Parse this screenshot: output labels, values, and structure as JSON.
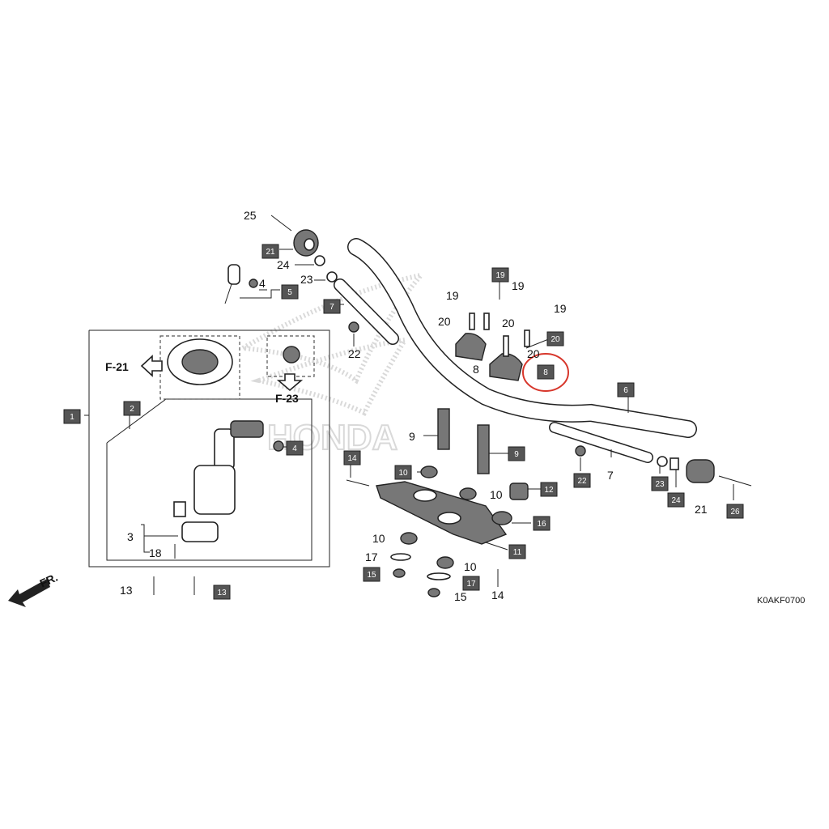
{
  "diagram": {
    "code": "K0AKF0700",
    "front_marker": "FR.",
    "ref_f21": "F-21",
    "ref_f23": "F-23",
    "highlight_color": "#d7362b",
    "badge_color": "#555555",
    "watermark_color": "#bbbbbb",
    "watermark_text": "HONDA"
  },
  "labels": [
    {
      "num": "25",
      "boxed": false
    },
    {
      "num": "21",
      "boxed": true
    },
    {
      "num": "24",
      "boxed": false
    },
    {
      "num": "23",
      "boxed": false
    },
    {
      "num": "4",
      "boxed": false
    },
    {
      "num": "5",
      "boxed": true
    },
    {
      "num": "7",
      "boxed": true
    },
    {
      "num": "22",
      "boxed": false
    },
    {
      "num": "19",
      "boxed": true
    },
    {
      "num": "19",
      "boxed": false
    },
    {
      "num": "19",
      "boxed": false
    },
    {
      "num": "19",
      "boxed": false
    },
    {
      "num": "20",
      "boxed": false
    },
    {
      "num": "20",
      "boxed": false
    },
    {
      "num": "20",
      "boxed": true
    },
    {
      "num": "20",
      "boxed": false
    },
    {
      "num": "8",
      "boxed": false
    },
    {
      "num": "8",
      "boxed": true
    },
    {
      "num": "6",
      "boxed": true
    },
    {
      "num": "1",
      "boxed": true
    },
    {
      "num": "2",
      "boxed": true
    },
    {
      "num": "4",
      "boxed": true
    },
    {
      "num": "9",
      "boxed": false
    },
    {
      "num": "9",
      "boxed": true
    },
    {
      "num": "14",
      "boxed": true
    },
    {
      "num": "10",
      "boxed": true
    },
    {
      "num": "10",
      "boxed": false
    },
    {
      "num": "12",
      "boxed": true
    },
    {
      "num": "16",
      "boxed": true
    },
    {
      "num": "7",
      "boxed": false
    },
    {
      "num": "22",
      "boxed": true
    },
    {
      "num": "23",
      "boxed": true
    },
    {
      "num": "24",
      "boxed": true
    },
    {
      "num": "21",
      "boxed": false
    },
    {
      "num": "26",
      "boxed": true
    },
    {
      "num": "3",
      "boxed": false
    },
    {
      "num": "18",
      "boxed": false
    },
    {
      "num": "10",
      "boxed": false
    },
    {
      "num": "11",
      "boxed": true
    },
    {
      "num": "17",
      "boxed": false
    },
    {
      "num": "15",
      "boxed": true
    },
    {
      "num": "10",
      "boxed": false
    },
    {
      "num": "17",
      "boxed": true
    },
    {
      "num": "15",
      "boxed": false
    },
    {
      "num": "14",
      "boxed": false
    },
    {
      "num": "13",
      "boxed": false
    },
    {
      "num": "13",
      "boxed": true
    }
  ]
}
